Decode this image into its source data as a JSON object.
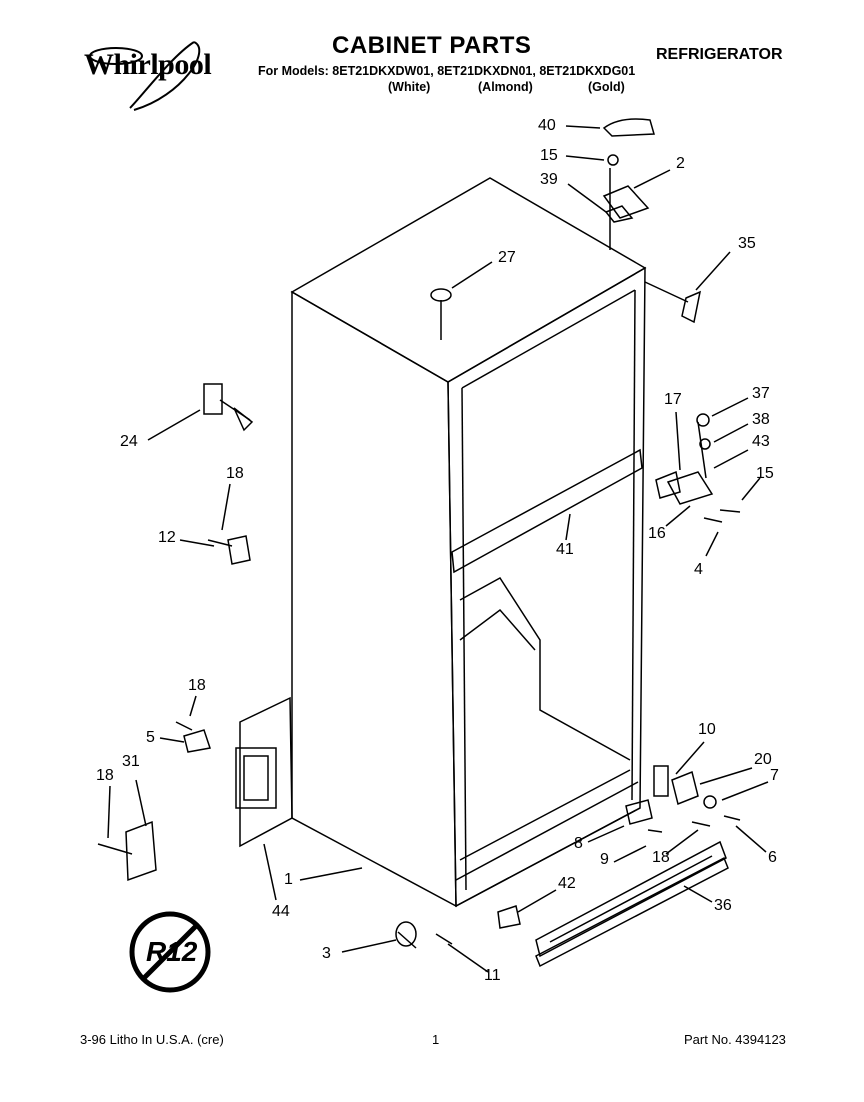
{
  "header": {
    "brand": "Whirlpool",
    "title": "CABINET PARTS",
    "category": "REFRIGERATOR",
    "models_line": "For Models: 8ET21DKXDW01, 8ET21DKXDN01, 8ET21DKXDG01",
    "colors": [
      "(White)",
      "(Almond)",
      "(Gold)"
    ]
  },
  "stamp": {
    "text": "R12"
  },
  "callouts": [
    "40",
    "15",
    "2",
    "39",
    "35",
    "27",
    "24",
    "18",
    "12",
    "17",
    "37",
    "38",
    "43",
    "15",
    "16",
    "4",
    "41",
    "18",
    "5",
    "10",
    "20",
    "7",
    "31",
    "18",
    "8",
    "9",
    "18",
    "6",
    "1",
    "44",
    "42",
    "36",
    "3",
    "11"
  ],
  "footer": {
    "litho": "3-96 Litho In U.S.A. (cre)",
    "page": "1",
    "part_no": "Part No. 4394123"
  }
}
